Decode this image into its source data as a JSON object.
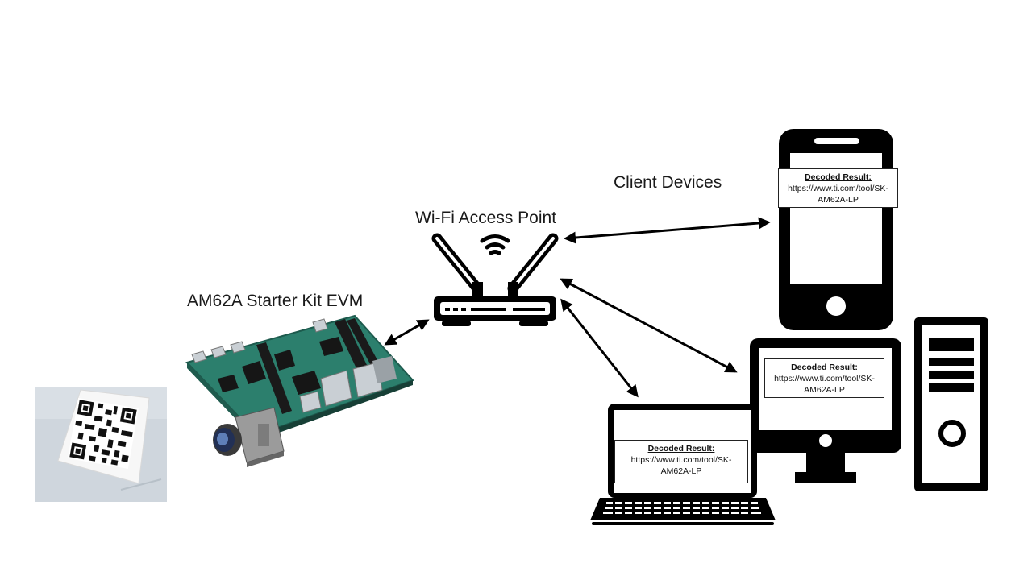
{
  "labels": {
    "client_devices": "Client Devices",
    "access_point": "Wi-Fi Access Point",
    "starter_kit": "AM62A Starter Kit EVM"
  },
  "results": {
    "phone": {
      "title": "Decoded Result:",
      "line1": "https://www.ti.com/tool/SK-",
      "line2": "AM62A-LP"
    },
    "desktop": {
      "title": "Decoded Result:",
      "line1": "https://www.ti.com/tool/SK-",
      "line2": "AM62A-LP"
    },
    "laptop": {
      "title": "Decoded Result:",
      "line1": "https://www.ti.com/tool/SK-",
      "line2": "AM62A-LP"
    }
  },
  "colors": {
    "device_fill": "#000000",
    "board_green": "#2e8b7a",
    "background": "#ffffff"
  },
  "icons": [
    "qr-code-photo",
    "evm-board",
    "camera-icon",
    "router-icon",
    "wifi-icon",
    "phone-icon",
    "desktop-icon",
    "tower-icon",
    "laptop-icon"
  ]
}
